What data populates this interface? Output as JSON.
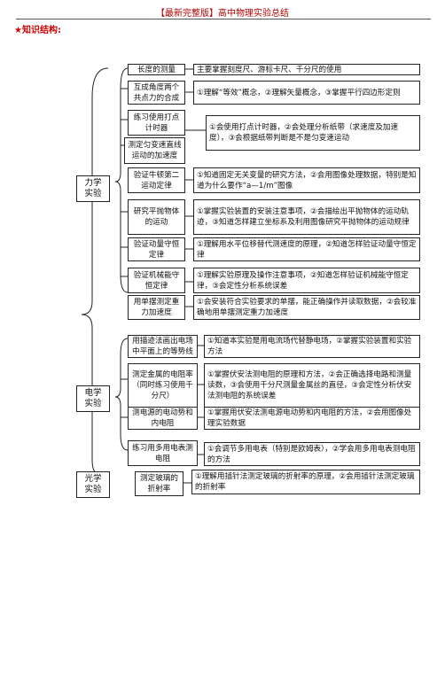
{
  "header": {
    "title": "【最新完整版】高中物理实验总结"
  },
  "section_title": "★知识结构:",
  "groups": {
    "mechanics": "力学\n实验",
    "electricity": "电学\n实验",
    "optics": "光学\n实验"
  },
  "items": [
    {
      "name": "长度的测量",
      "desc": "主要掌握刻度尺、游标卡尺、千分尺的使用"
    },
    {
      "name": "互成角度两个共点力的合成",
      "desc": "①理解“等效”概念，②理解矢量概念，③掌握平行四边形定则"
    },
    {
      "name": "练习使用打点计时器",
      "desc": "①会使用打点计时器，②会处理分析纸带（求速度及加速度），③会根据纸带判断是不是匀变速运动"
    },
    {
      "name": "测定匀变速直线运动的加速度",
      "desc": ""
    },
    {
      "name": "验证牛顿第二运动定律",
      "desc": "①知道固定无关变量的研究方法，②会用图像处理数据，特别是知道为什么要作“a—1/m”图像"
    },
    {
      "name": "研究平抛物体的运动",
      "desc": "①掌握实验装置的安装注意事项，②会描绘出平抛物体的运动轨迹，③知道怎样建立坐标系及利用图像研究平抛物体的运动规律"
    },
    {
      "name": "验证动量守恒定律",
      "desc": "①理解用水平位移替代测速度的原理，②知道怎样验证动量守恒定律"
    },
    {
      "name": "验证机械能守恒定律",
      "desc": "①理解实验原理及操作注意事项，②知道怎样验证机械能守恒定律，③会定性分析系统误差"
    },
    {
      "name": "用单摆测定重力加速度",
      "desc": "①会安装符合实验要求的单摆，能正确操作并读取数据，②会较准确地用单摆测定重力加速度"
    },
    {
      "name": "用描迹法画出电场中平面上的等势线",
      "desc": "①知道本实验是用电流场代替静电场，②掌握实验装置和实验方法"
    },
    {
      "name": "测定金属的电阻率（同时练习使用千分尺）",
      "desc": "①掌握伏安法测电阻的原理和方法，②会正确选择电路和测量读数，③会使用千分尺测量金属丝的直径，③会定性分析伏安法测电阻的系统误差"
    },
    {
      "name": "测电源的电动势和内电阻",
      "desc": "①掌握用伏安法测电源电动势和内电阻的方法，②会用图像处理实验数据"
    },
    {
      "name": "练习用多用电表测电阻",
      "desc": "①会调节多用电表（特别是欧姆表），②学会用多用电表测电阻的方法"
    },
    {
      "name": "测定玻璃的折射率",
      "desc": "①理解用插针法测定玻璃的折射率的原理，②会用插针法测定玻璃的折射率"
    }
  ]
}
